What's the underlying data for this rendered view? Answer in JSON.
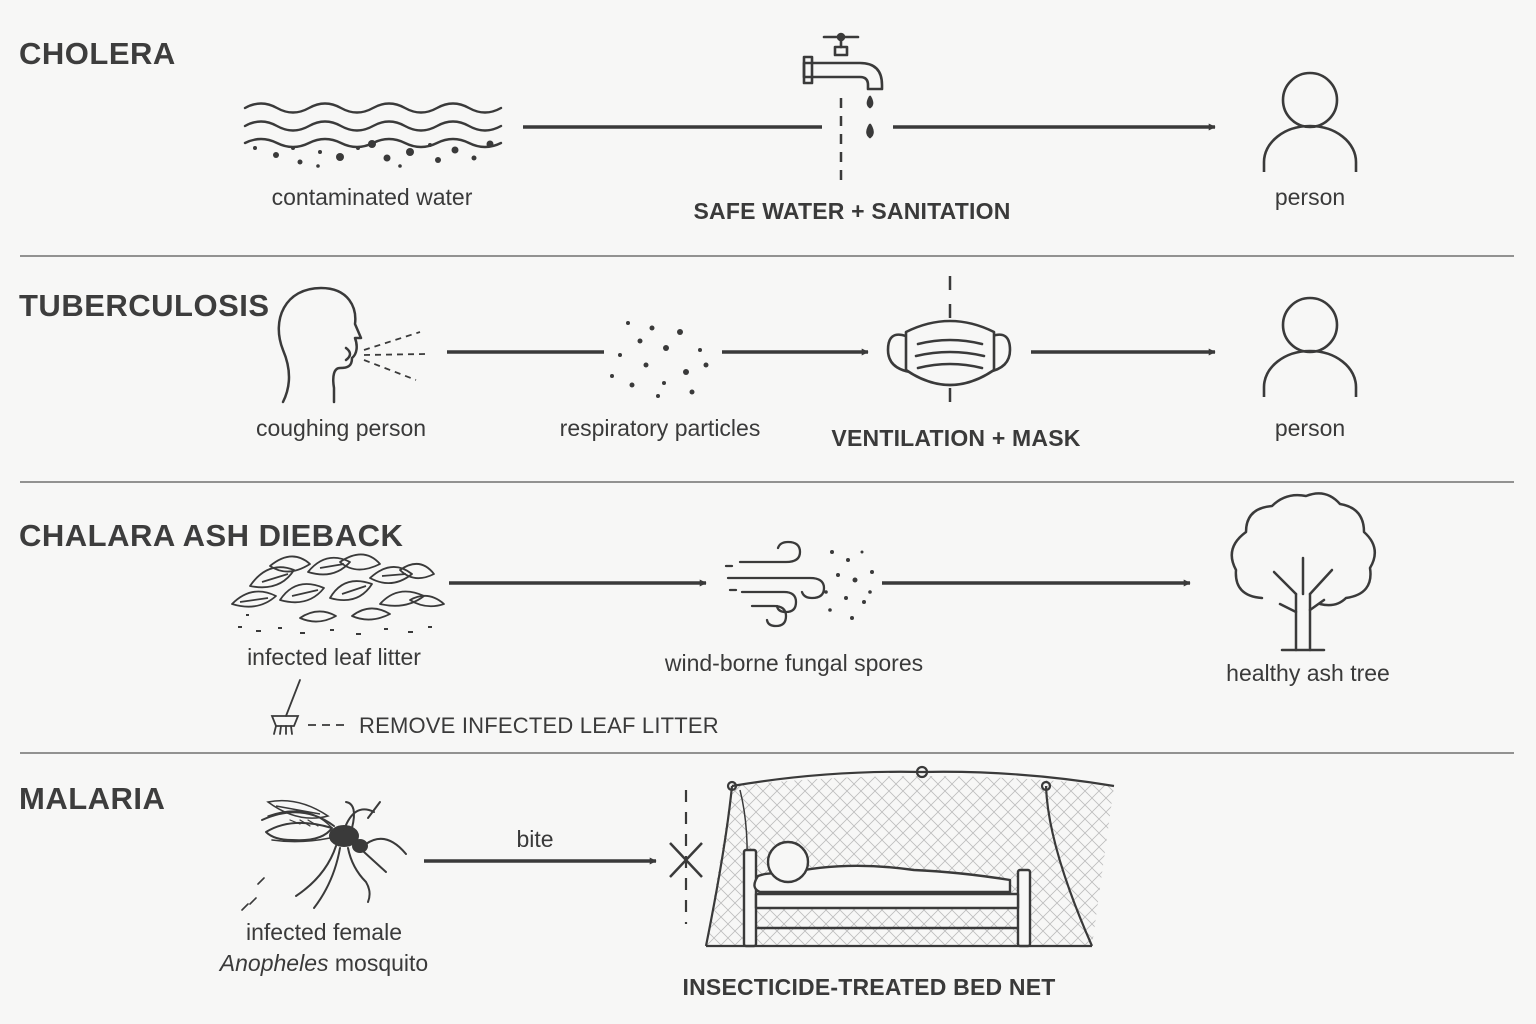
{
  "rows": {
    "cholera": {
      "title": "CHOLERA",
      "source": "contaminated water",
      "control": "SAFE WATER + SANITATION",
      "target": "person"
    },
    "tuberculosis": {
      "title": "TUBERCULOSIS",
      "source": "coughing person",
      "vehicle": "respiratory particles",
      "control": "VENTILATION + MASK",
      "target": "person"
    },
    "chalara": {
      "title": "CHALARA ASH DIEBACK",
      "source": "infected leaf litter",
      "vehicle": "wind-borne fungal spores",
      "target": "healthy ash tree",
      "control": "REMOVE INFECTED LEAF LITTER"
    },
    "malaria": {
      "title": "MALARIA",
      "source_line1": "infected female",
      "source_species": "Anopheles",
      "source_line2_rest": " mosquito",
      "arrow_label": "bite",
      "control": "INSECTICIDE-TREATED BED NET"
    }
  },
  "colors": {
    "background": "#f7f7f6",
    "line": "#3a3a3a",
    "divider": "#555555"
  },
  "icons": {
    "cholera": [
      "water-waves-icon",
      "tap-icon",
      "person-icon"
    ],
    "tuberculosis": [
      "coughing-head-icon",
      "particles-icon",
      "face-mask-icon",
      "person-icon"
    ],
    "chalara": [
      "leaf-litter-icon",
      "wind-spores-icon",
      "tree-icon",
      "rake-icon"
    ],
    "malaria": [
      "mosquito-icon",
      "blocked-x-icon",
      "bed-net-icon"
    ]
  }
}
